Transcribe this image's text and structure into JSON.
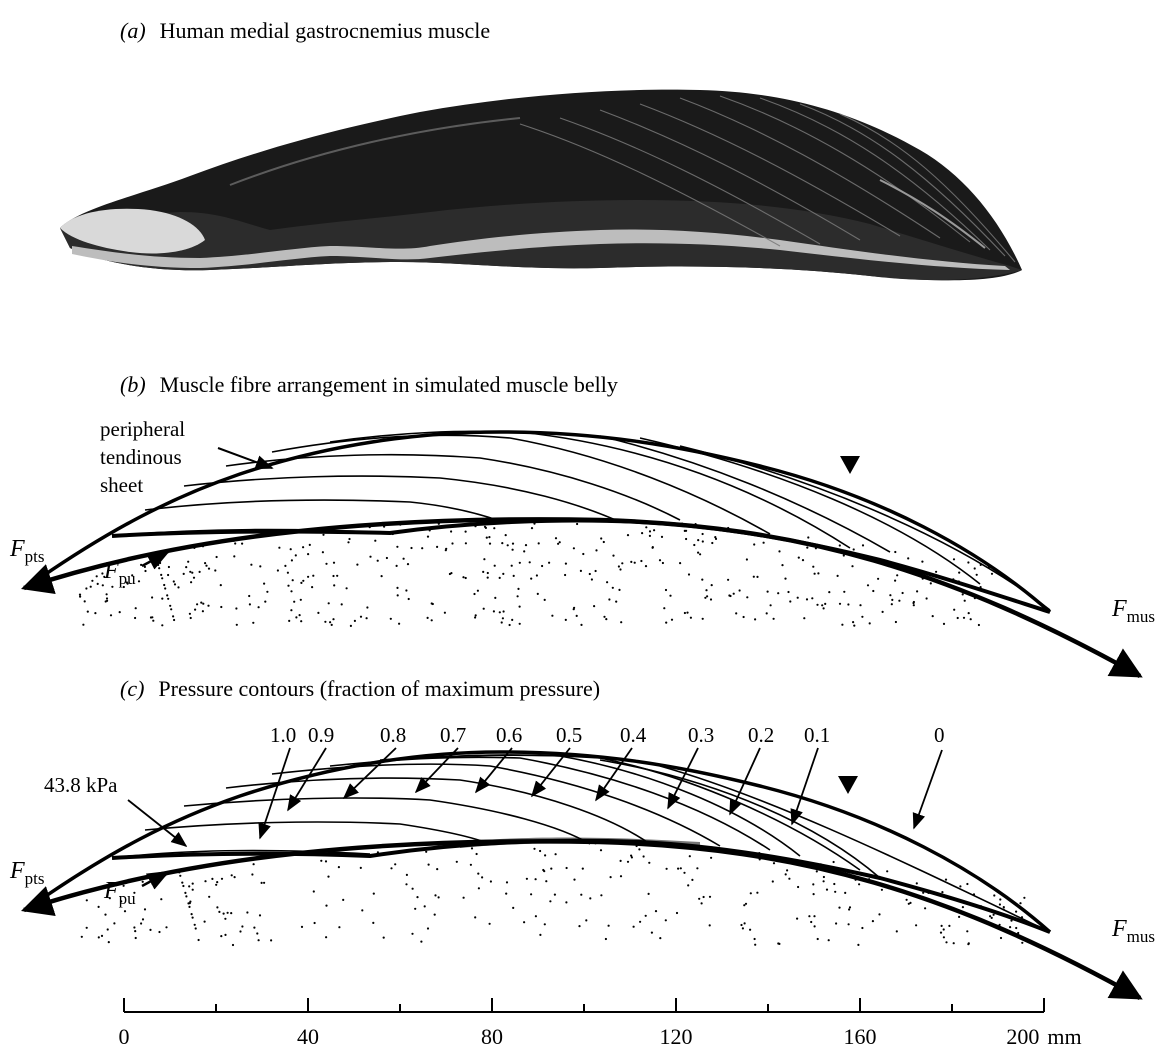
{
  "panel_a": {
    "letter": "a",
    "title": "Human medial gastrocnemius muscle"
  },
  "panel_b": {
    "letter": "b",
    "title": "Muscle fibre arrangement in simulated muscle belly",
    "annotation_lines": [
      "peripheral",
      "tendinous",
      "sheet"
    ]
  },
  "panel_c": {
    "letter": "c",
    "title": "Pressure contours (fraction of maximum pressure)",
    "pressure_label": "43.8 kPa",
    "contours": [
      "1.0",
      "0.9",
      "0.8",
      "0.7",
      "0.6",
      "0.5",
      "0.4",
      "0.3",
      "0.2",
      "0.1",
      "0"
    ]
  },
  "forces": {
    "pts": {
      "symbol": "F",
      "subscript": "pts"
    },
    "pu": {
      "symbol": "F",
      "subscript": "pu"
    },
    "mus": {
      "symbol": "F",
      "subscript": "mus"
    }
  },
  "scale_bar": {
    "ticks": [
      "0",
      "40",
      "80",
      "120",
      "160",
      "200"
    ],
    "unit": "mm"
  }
}
